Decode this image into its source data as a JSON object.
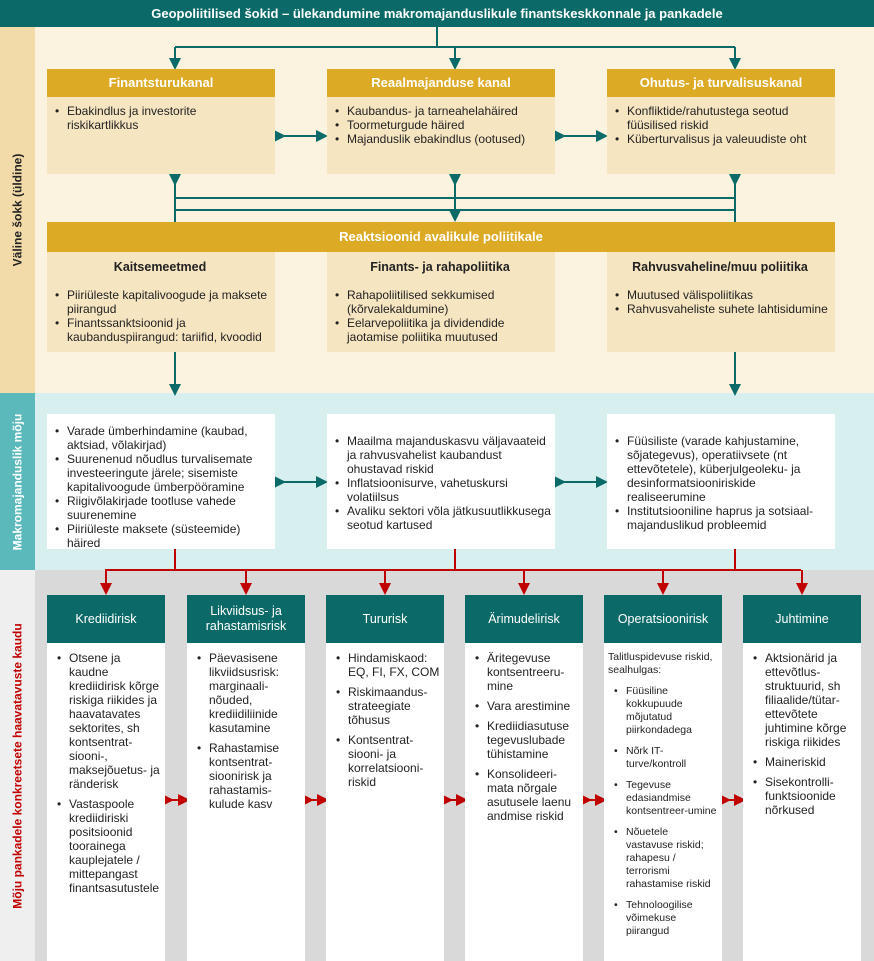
{
  "title": "Geopoliitilised šokid – ülekandumine makromajanduslikule finantskeskkonnale ja pankadele",
  "bands": [
    "Väline šokk (üldine)",
    "Makromajanduslik mõju",
    "Mõju pankadele konkreetsete haavatavuste kaudu"
  ],
  "channels": [
    {
      "title": "Finantsturukanal",
      "items": [
        "Ebakindlus ja investorite riskikartlikkus"
      ]
    },
    {
      "title": "Reaalmajanduse kanal",
      "items": [
        "Kaubandus- ja tarneahelahäired",
        "Toormeturgude häired",
        "Majanduslik ebakindlus (ootused)"
      ]
    },
    {
      "title": "Ohutus- ja turvalisuskanal",
      "items": [
        "Konfliktide/rahutustega seotud füüsilised riskid",
        "Küberturvalisus ja valeuudiste oht"
      ]
    }
  ],
  "policy": {
    "title": "Reaktsioonid avalikule poliitikale",
    "columns": [
      {
        "title": "Kaitsemeetmed",
        "items": [
          "Piiriüleste kapitalivoogude ja maksete piirangud",
          "Finantssanktsioonid ja kaubanduspiirangud: tariifid, kvoodid"
        ]
      },
      {
        "title": "Finants- ja rahapoliitika",
        "items": [
          "Rahapoliitilised sekkumised (kõrvalekaldumine)",
          "Eelarvepoliitika ja dividendide jaotamise poliitika muutused"
        ]
      },
      {
        "title": "Rahvusvaheline/muu poliitika",
        "items": [
          "Muutused välispoliitikas",
          "Rahvusvaheliste suhete lahtisidumine"
        ]
      }
    ]
  },
  "macro": [
    {
      "items": [
        "Varade ümberhindamine (kaubad, aktsiad, võlakirjad)",
        "Suurenenud nõudlus turvalisemate investeeringute järele; sisemiste kapitalivoogude ümberpööramine",
        "Riigivõlakirjade tootluse vahede suurenemine",
        "Piiriüleste maksete (süsteemide) häired"
      ]
    },
    {
      "items": [
        "Maailma majanduskasvu väljavaateid ja rahvusvahelist kaubandust ohustavad riskid",
        "Inflatsioonisurve, vahetuskursi volatiilsus",
        "Avaliku sektori võla jätkusuutlikkusega seotud kartused"
      ]
    },
    {
      "items": [
        "Füüsiliste (varade kahjustamine, sõjategevus), operatiivsete (nt ettevõtetele), küberjulgeoleku- ja desinformatsiooniriskide realiseerumine",
        "Institutsiooniline haprus ja sotsiaal-majanduslikud probleemid"
      ]
    }
  ],
  "risks": [
    {
      "title": "Krediidirisk",
      "items": [
        "Otsene ja kaudne krediidirisk kõrge riskiga riikides ja haavatavates sektorites, sh kontsentrat-siooni-, maksejõuetus- ja ränderisk",
        "Vastaspoole krediidiriski positsioonid toorainega kauplejatele / mittepangast finantsasutustele"
      ]
    },
    {
      "title": "Likviidsus- ja rahastamisrisk",
      "items": [
        "Päevasisene likviidsusrisk: marginaali-nõuded, krediidiliinide kasutamine",
        "Rahastamise kontsentrat-sioonirisk ja rahastamis-kulude kasv"
      ]
    },
    {
      "title": "Tururisk",
      "items": [
        "Hindamiskaod: EQ, FI, FX, COM",
        "Riskimaandus-strateegiate tõhusus",
        "Kontsentrat-siooni- ja korrelatsiooni-riskid"
      ]
    },
    {
      "title": "Ärimudelirisk",
      "items": [
        "Äritegevuse kontsentreeru-mine",
        "Vara arestimine",
        "Krediidiasutuse tegevuslubade tühistamine",
        "Konsolideeri-mata nõrgale asutusele laenu andmise riskid"
      ]
    },
    {
      "title": "Operatsioonirisk",
      "intro": "Talitluspidevuse riskid, sealhulgas:",
      "items": [
        "Füüsiline kokkupuude mõjutatud piirkondadega",
        "Nõrk IT-turve/kontroll",
        "Tegevuse edasiandmise kontsentreer-umine",
        "Nõuetele vastavuse riskid; rahapesu / terrorismi rahastamise riskid",
        "Tehnoloogilise võimekuse piirangud"
      ]
    },
    {
      "title": "Juhtimine",
      "items": [
        "Aktsionärid ja ettevõtlus-struktuurid, sh filiaalide/tütar-ettevõtete juhtimine kõrge riskiga riikides",
        "Maineriskid",
        "Sisekontrolli-funktsioonide nõrkused"
      ]
    }
  ],
  "colors": {
    "teal": "#0b6a67",
    "gold": "#dcaa24",
    "red": "#c00000"
  }
}
